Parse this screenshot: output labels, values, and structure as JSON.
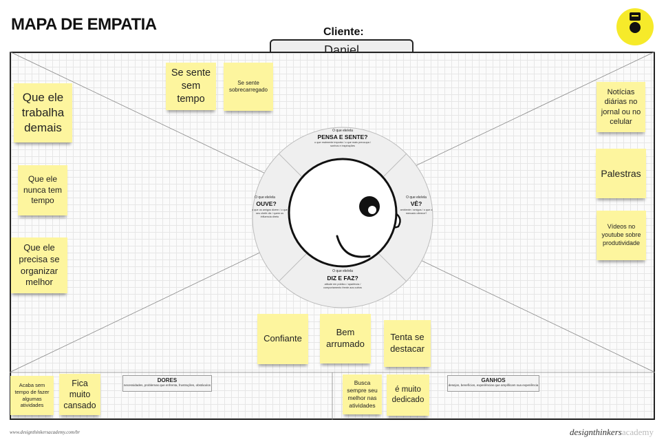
{
  "header": {
    "title": "MAPA DE EMPATIA",
    "client_label": "Cliente:",
    "client_name": "Daniel"
  },
  "diagram": {
    "top": {
      "small": "O que ele/ela",
      "big": "PENSA E SENTE?",
      "desc": "o que realmente importa / o que mais preocupa / sonhos e inspirações"
    },
    "left": {
      "small": "O que ele/ela",
      "big": "OUVE?",
      "desc": "o que os amigos dizem / o que seu chefe diz / quem os influencia direto"
    },
    "right": {
      "small": "O que ele/ela",
      "big": "VÊ?",
      "desc": "ambiente / amigos / o que o mercado oferece?"
    },
    "bottom": {
      "small": "O que ele/ela",
      "big": "DIZ E FAZ?",
      "desc": "atitude em público / aparência / comportamento frente aos outros"
    }
  },
  "panels": {
    "dores": {
      "title": "DORES",
      "subtitle": "necessidades, problemas que enfrenta, frustrações, obstáculos"
    },
    "ganhos": {
      "title": "GANHOS",
      "subtitle": "desejos, benefícios, experiências que amplificam sua experiência"
    }
  },
  "notes": {
    "pensa1": "Se sente sem tempo",
    "pensa2": "Se sente sobrecarregado",
    "ouve1": "Que ele trabalha demais",
    "ouve2": "Que ele nunca tem tempo",
    "ouve3": "Que ele precisa se organizar melhor",
    "ve1": "Notícias diárias no jornal ou no celular",
    "ve2": "Palestras",
    "ve3": "Vídeos no youtube sobre produtividade",
    "diz1": "Confiante",
    "diz2": "Bem arrumado",
    "diz3": "Tenta se destacar",
    "dores1": "Acaba sem tempo de fazer algumas atividades",
    "dores2": "Fica muito cansado",
    "ganhos1": "Busca sempre seu melhor nas atividades",
    "ganhos2": "é muito dedicado"
  },
  "footer": {
    "url": "www.designthinkersacademy.com/br",
    "brand_main": "designthinkers",
    "brand_accent": "academy"
  },
  "colors": {
    "note": "#fdf59e",
    "logo": "#f6ea2a"
  }
}
